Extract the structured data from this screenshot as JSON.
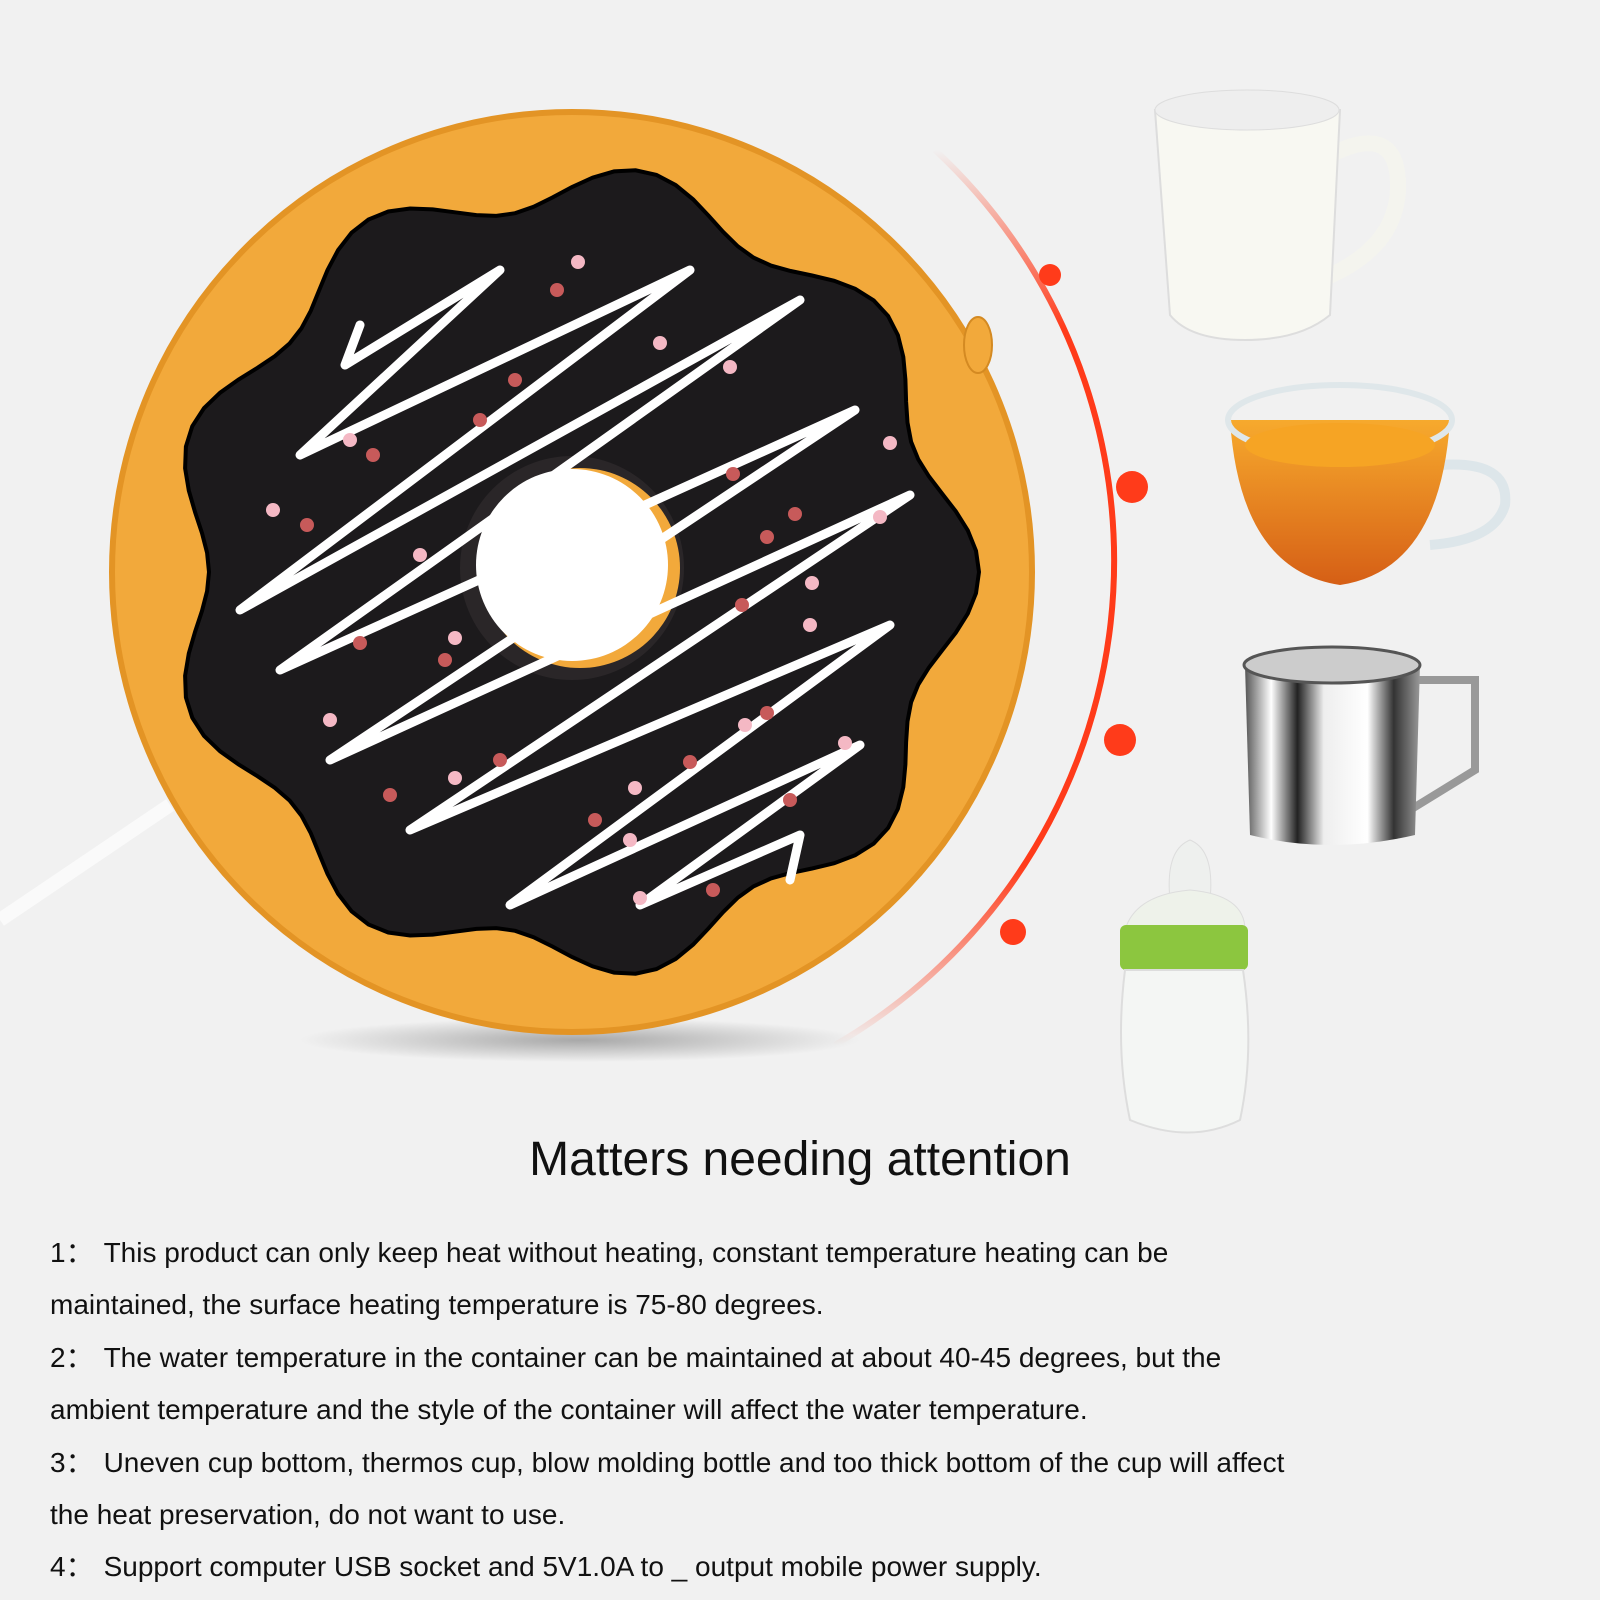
{
  "colors": {
    "background": "#f1f1f1",
    "donut_ring": "#f2a93b",
    "icing": "#1c1a1c",
    "arc": "#ff3b1a"
  },
  "icons": [
    "donut-cup-warmer",
    "mug",
    "glass-teacup",
    "steel-cup",
    "baby-bottle"
  ],
  "title": "Matters needing attention",
  "notes": [
    {
      "num": "1：",
      "line1": "This product can only keep heat without heating, constant temperature heating can be",
      "line2": "maintained, the surface heating temperature is 75-80 degrees."
    },
    {
      "num": "2：",
      "line1": "The water temperature in the container can be maintained at about 40-45 degrees, but the",
      "line2": "ambient temperature and the style of the container will affect the water temperature."
    },
    {
      "num": "3：",
      "line1": "Uneven cup bottom, thermos cup, blow molding bottle and too thick bottom of the cup will affect",
      "line2": "the heat preservation, do not want to use."
    },
    {
      "num": "4：",
      "line1": "Support computer USB socket and 5V1.0A to _ output mobile power supply."
    }
  ]
}
